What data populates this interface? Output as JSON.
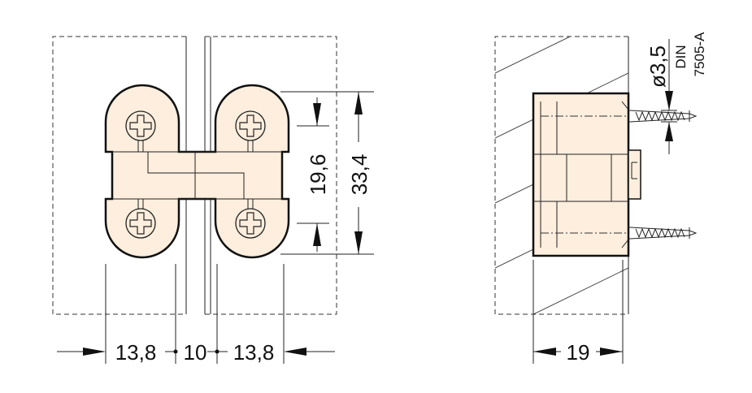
{
  "front_view": {
    "width_left": "13,8",
    "width_gap": "10",
    "width_right": "13,8",
    "screw_spacing": "19,6",
    "height": "33,4"
  },
  "side_view": {
    "depth": "19",
    "screw_diameter": "ø3,5",
    "screw_standard_line1": "DIN",
    "screw_standard_line2": "7505-A"
  },
  "colors": {
    "hinge_body": "#fdeedd",
    "outline": "#111111"
  }
}
